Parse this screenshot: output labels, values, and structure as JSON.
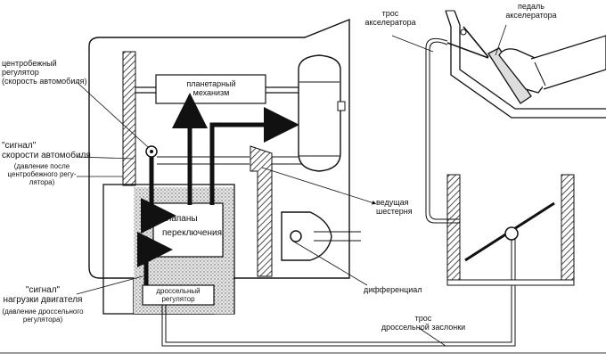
{
  "labels": {
    "centrifugal_1": "центробежный",
    "centrifugal_2": "регулятор",
    "centrifugal_3": "(скорость автомобиля)",
    "planetary_1": "планетарный",
    "planetary_2": "механизм",
    "signal_speed_1": "\"сигнал\"",
    "signal_speed_2": "скорости автомобиля",
    "signal_speed_3": "(давление после",
    "signal_speed_4": "центробежного регу-",
    "signal_speed_5": "лятора)",
    "valves_1": "клапаны",
    "valves_2": "переключения",
    "drive_gear_1": "ведущая",
    "drive_gear_2": "шестерня",
    "differential": "дифференциал",
    "signal_engine_1": "\"сигнал\"",
    "signal_engine_2": "нагрузки двигателя",
    "signal_engine_3": "(давление дроссельного",
    "signal_engine_4": "регулятора)",
    "throttle_reg_1": "дроссельный",
    "throttle_reg_2": "регулятор",
    "throttle_cable_1": "трос",
    "throttle_cable_2": "дроссельной заслонки",
    "accel_cable_1": "трос",
    "accel_cable_2": "акселератора",
    "accel_pedal_1": "педаль",
    "accel_pedal_2": "акселератора"
  }
}
